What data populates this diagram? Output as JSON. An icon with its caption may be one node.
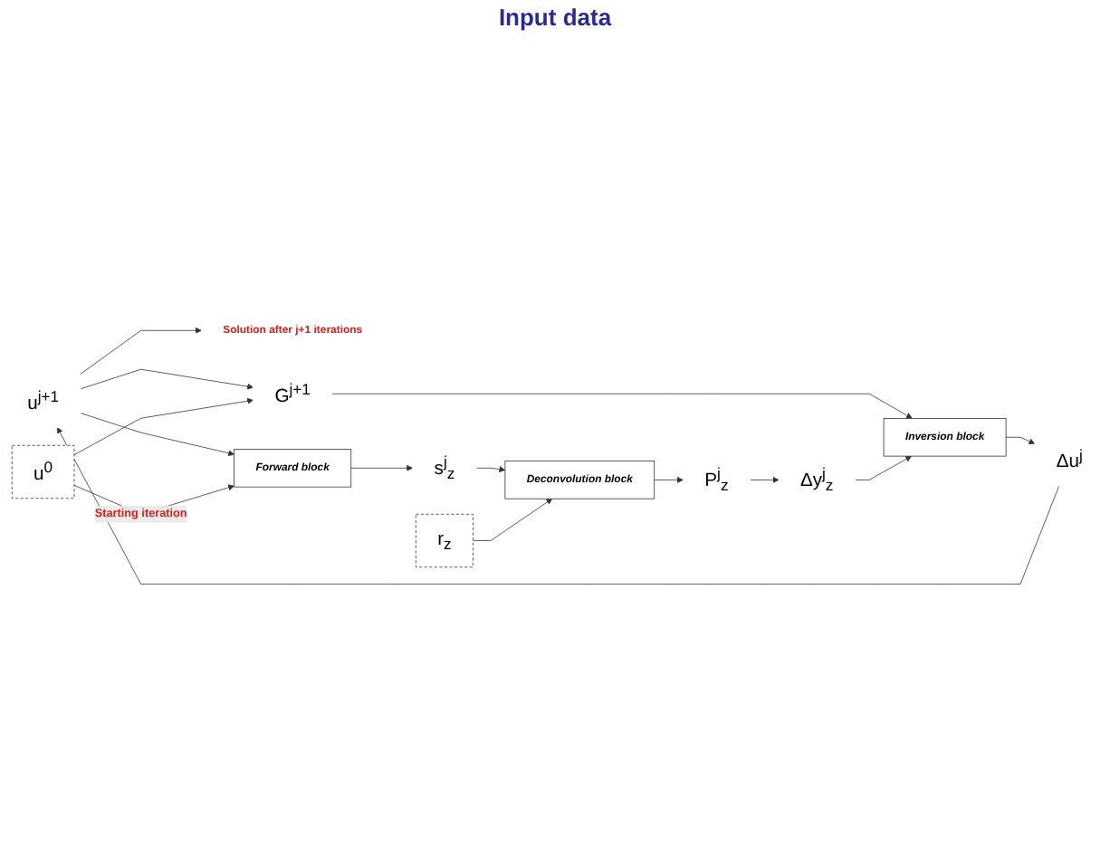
{
  "diagram": {
    "nodes": [
      {
        "text": [
          "Solution after j+1 iterations"
        ]
      },
      {
        "text": [
          "u$^{j+1}$"
        ]
      },
      {
        "text": [
          "Forward block"
        ]
      },
      {
        "text": [
          "s$^{j}$$_{z}$"
        ]
      },
      {
        "text": [
          "u$^{0}$"
        ]
      },
      {
        "text": [
          "r$_{z}$"
        ]
      },
      {
        "text": [
          "G$^{j+1}$"
        ]
      },
      {
        "text": [
          "Deconvolution block"
        ]
      },
      {
        "text": [
          "Δu$^{j}$"
        ]
      },
      {
        "text": [
          "Inversion block"
        ]
      },
      {
        "text": [
          "Δy$^{j}$$_{z}$"
        ]
      },
      {
        "text": [
          "P$^{j}$$_{z}$"
        ]
      }
    ],
    "edges": [
      {
        "from": 1,
        "to": 0,
        "arrow": "to"
      },
      {
        "from": 1,
        "to": 2,
        "arrow": "to"
      },
      {
        "from": 2,
        "to": 3,
        "arrow": "to"
      },
      {
        "from": 4,
        "to": 2,
        "arrow": "to",
        "label": "Starting iteration"
      },
      {
        "from": 3,
        "to": 7,
        "arrow": "to"
      },
      {
        "from": 1,
        "to": 6,
        "arrow": "to"
      },
      {
        "from": 4,
        "to": 6,
        "arrow": "to"
      },
      {
        "from": 5,
        "to": 7,
        "arrow": "to"
      },
      {
        "from": 6,
        "to": 9,
        "arrow": "to"
      },
      {
        "from": 7,
        "to": 11,
        "arrow": "to"
      },
      {
        "from": 11,
        "to": 10,
        "arrow": "to"
      },
      {
        "from": 10,
        "to": 9,
        "arrow": "to"
      },
      {
        "from": 9,
        "to": 8,
        "arrow": "to"
      },
      {
        "from": 8,
        "to": 1,
        "arrow": "to"
      }
    ],
    "labels": [
      "Input data"
    ]
  }
}
